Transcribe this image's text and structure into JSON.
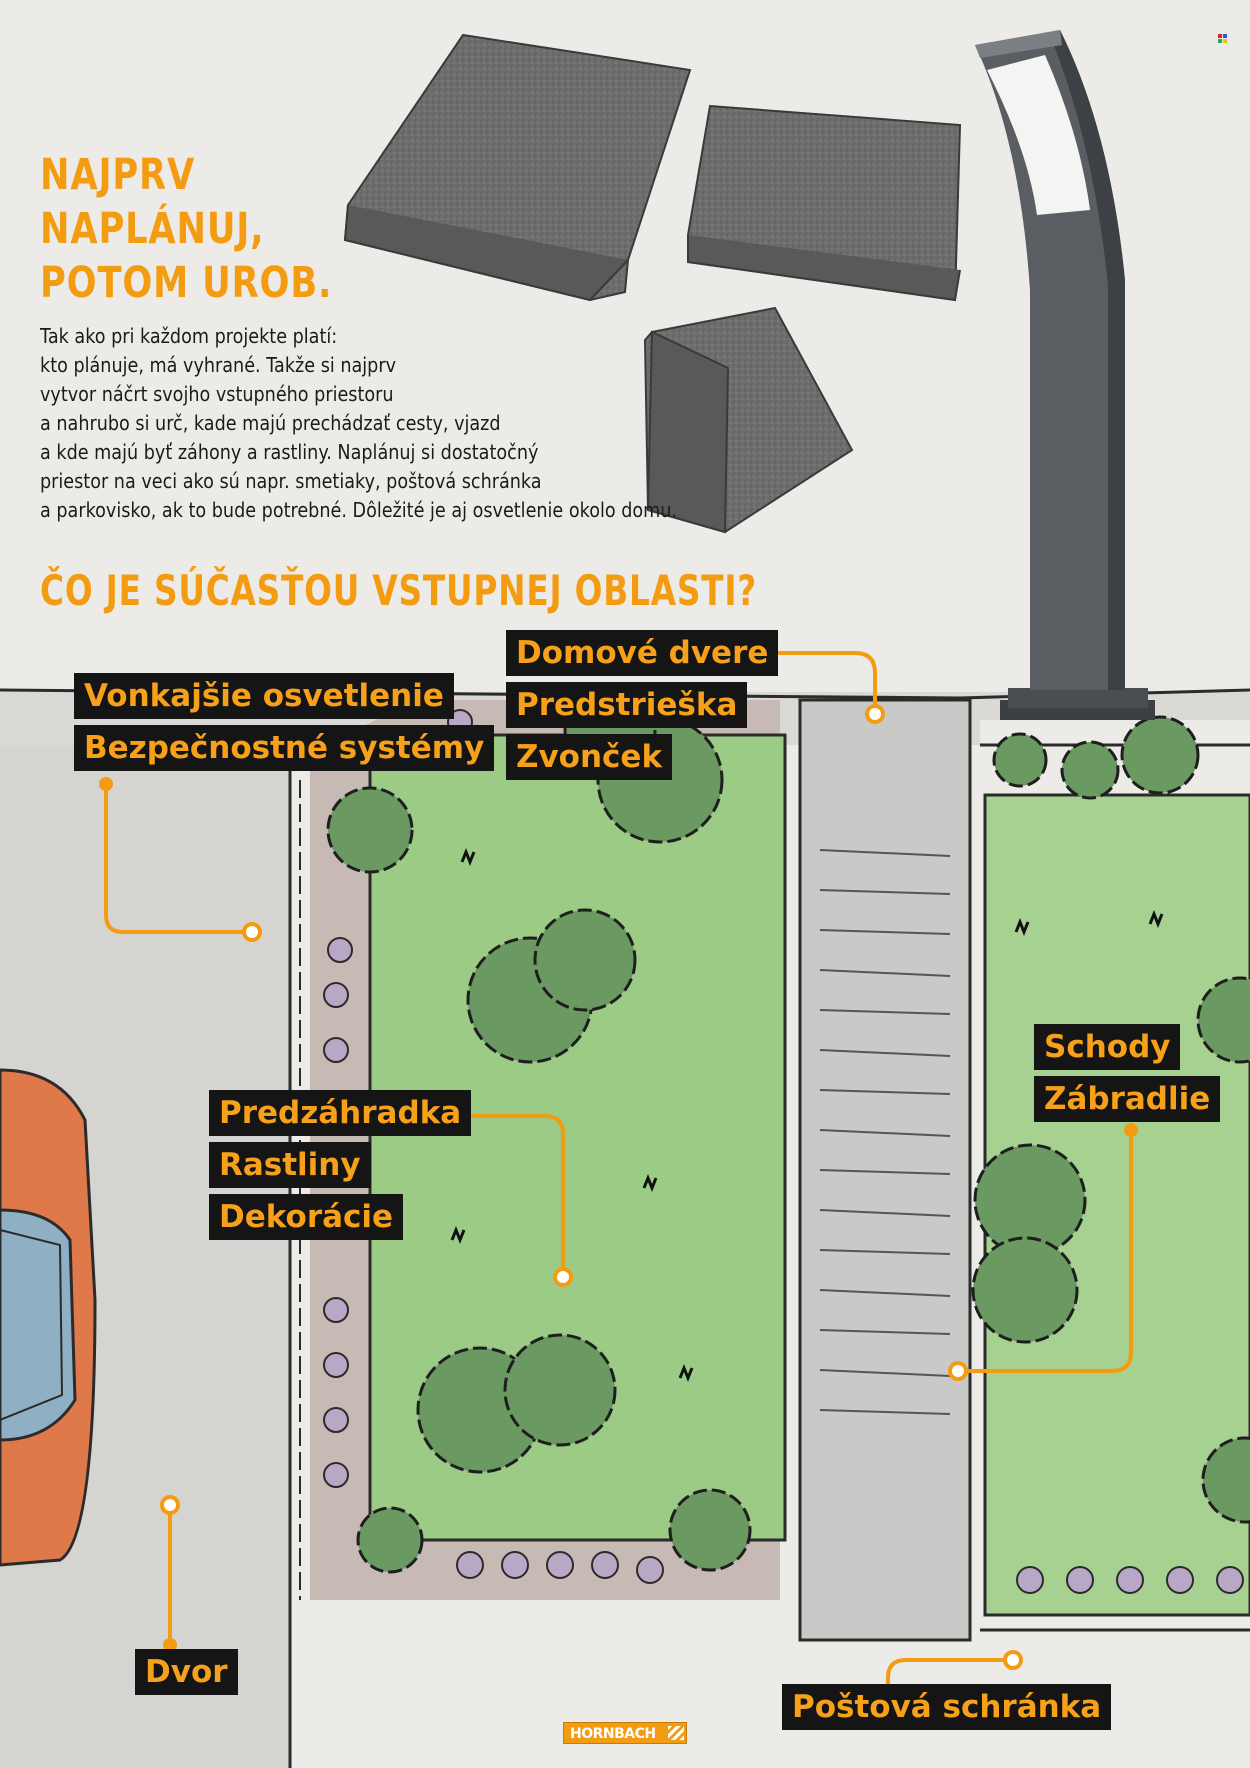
{
  "headline": [
    "NAJPRV",
    "NAPLÁNUJ,",
    "POTOM UROB."
  ],
  "intro_lines": [
    "Tak ako pri každom projekte platí:",
    "kto plánuje, má vyhrané. Takže si najprv",
    "vytvor náčrt svojho vstupného priestoru",
    "a nahrubo si urč, kade majú prechádzať cesty, vjazd",
    "a kde majú byť záhony a rastliny. Naplánuj si dostatočný",
    "priestor na veci ako sú napr. smetiaky, poštová schránka",
    "a parkovisko, ak to bude potrebné. Dôležité je aj osvetlenie okolo domu."
  ],
  "section_title": "ČO JE SÚČASŤOU VSTUPNEJ OBLASTI?",
  "labels": {
    "lighting": [
      "Vonkajšie osvetlenie",
      "Bezpečnostné systémy"
    ],
    "door": [
      "Domové dvere",
      "Predstrieška",
      "Zvonček"
    ],
    "garden": [
      "Predzáhradka",
      "Rastliny",
      "Dekorácie"
    ],
    "stairs": [
      "Schody",
      "Zábradlie"
    ],
    "yard": [
      "Dvor"
    ],
    "mailbox": [
      "Poštová schránka"
    ]
  },
  "brand": "HORNBACH",
  "colors": {
    "accent": "#f39c12",
    "label_bg": "#151515",
    "label_text": "#f7a11a",
    "lawn": "#9ccb86",
    "shrub": "#6a9a62",
    "path": "#c9c9c7",
    "car": "#e0794a"
  },
  "icons": {
    "car": "car-illustration",
    "lamp": "bollard-lamp",
    "paving": "paving-stone"
  }
}
